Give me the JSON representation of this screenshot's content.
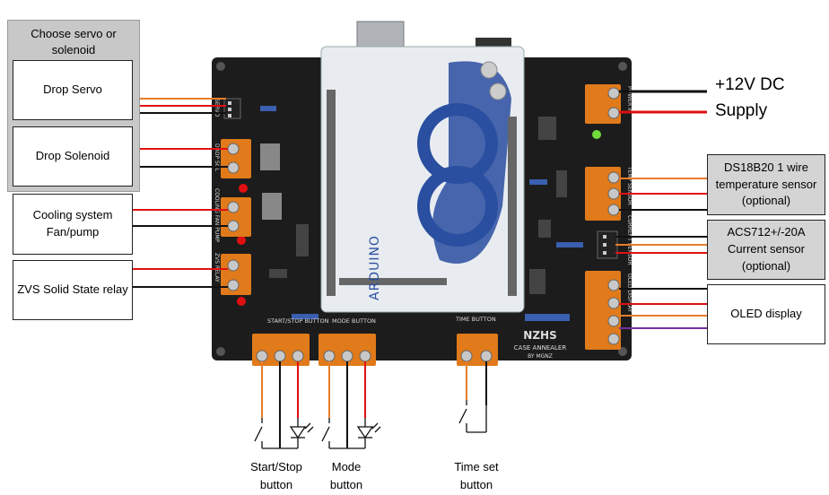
{
  "servo_group": {
    "title": "Choose servo or solenoid"
  },
  "left_boxes": {
    "drop_servo": "Drop Servo",
    "drop_solenoid": "Drop Solenoid",
    "cooling": "Cooling system Fan/pump",
    "zvs": "ZVS Solid State relay"
  },
  "supply": {
    "line1": "+12V DC",
    "line2": "Supply"
  },
  "right_boxes": {
    "temp": "DS18B20 1 wire temperature sensor (optional)",
    "current": "ACS712+/-20A Current sensor (optional)",
    "oled": "OLED display"
  },
  "buttons": {
    "start_stop": "Start/Stop button",
    "mode": "Mode button",
    "time_set": "Time set button"
  },
  "board": {
    "arduino_text": "ARDUINO",
    "silk_brand": "NZHS",
    "silk_product": "CASE ANNEALER",
    "silk_author": "BY MGNZ",
    "label_start_stop": "START/STOP BUTTON",
    "label_mode": "MODE BUTTON",
    "label_time": "TIME BUTTON",
    "label_power": "POWER IN",
    "label_temp": "TEMP SENSOR",
    "label_current": "CURRENT SENSOR",
    "label_oled": "OLED DISPLAY",
    "label_servo": "SERVO",
    "label_solenoid": "DROP SOL",
    "label_fan": "COOLING FAN/PUMP",
    "label_zvs": "ZVS RELAY"
  },
  "colors": {
    "orange_wire": "#e87d2a",
    "red_wire": "#e01010",
    "black_wire": "#111111",
    "purple_wire": "#7030a0",
    "pcb": "#1c1c1c",
    "arduino": "#e8ecf0",
    "arduino_accent": "#2a4ea0",
    "terminal": "#e07a1a"
  }
}
